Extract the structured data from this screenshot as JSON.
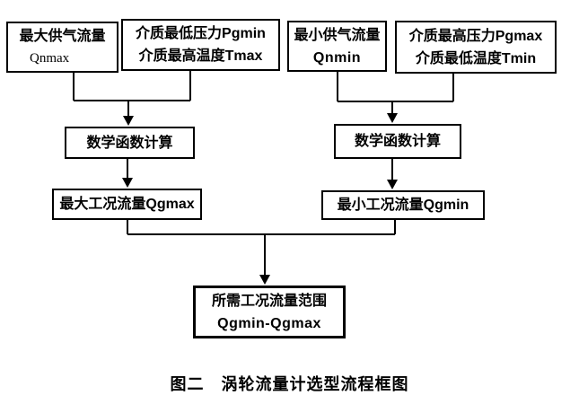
{
  "diagram": {
    "caption": "图二　涡轮流量计选型流程框图",
    "colors": {
      "background": "#ffffff",
      "line": "#000000",
      "text": "#000000"
    },
    "nodes": {
      "qnmax": {
        "line1": "最大供气流量",
        "line2": "Qnmax"
      },
      "pgmin_tmax": {
        "line1": "介质最低压力Pgmin",
        "line2": "介质最高温度Tmax"
      },
      "qnmin": {
        "line1": "最小供气流量",
        "line2": "Qnmin"
      },
      "pgmax_tmin": {
        "line1": "介质最高压力Pgmax",
        "line2": "介质最低温度Tmin"
      },
      "calc_left": {
        "label": "数学函数计算"
      },
      "calc_right": {
        "label": "数学函数计算"
      },
      "qgmax": {
        "label": "最大工况流量Qgmax"
      },
      "qgmin": {
        "label": "最小工况流量Qgmin"
      },
      "range": {
        "line1": "所需工况流量范围",
        "line2": "Qgmin-Qgmax"
      }
    },
    "edges": [
      {
        "from": "qnmax",
        "to": "calc_left"
      },
      {
        "from": "pgmin_tmax",
        "to": "calc_left"
      },
      {
        "from": "calc_left",
        "to": "qgmax"
      },
      {
        "from": "qnmin",
        "to": "calc_right"
      },
      {
        "from": "pgmax_tmin",
        "to": "calc_right"
      },
      {
        "from": "calc_right",
        "to": "qgmin"
      },
      {
        "from": "qgmax",
        "to": "range"
      },
      {
        "from": "qgmin",
        "to": "range"
      }
    ]
  }
}
